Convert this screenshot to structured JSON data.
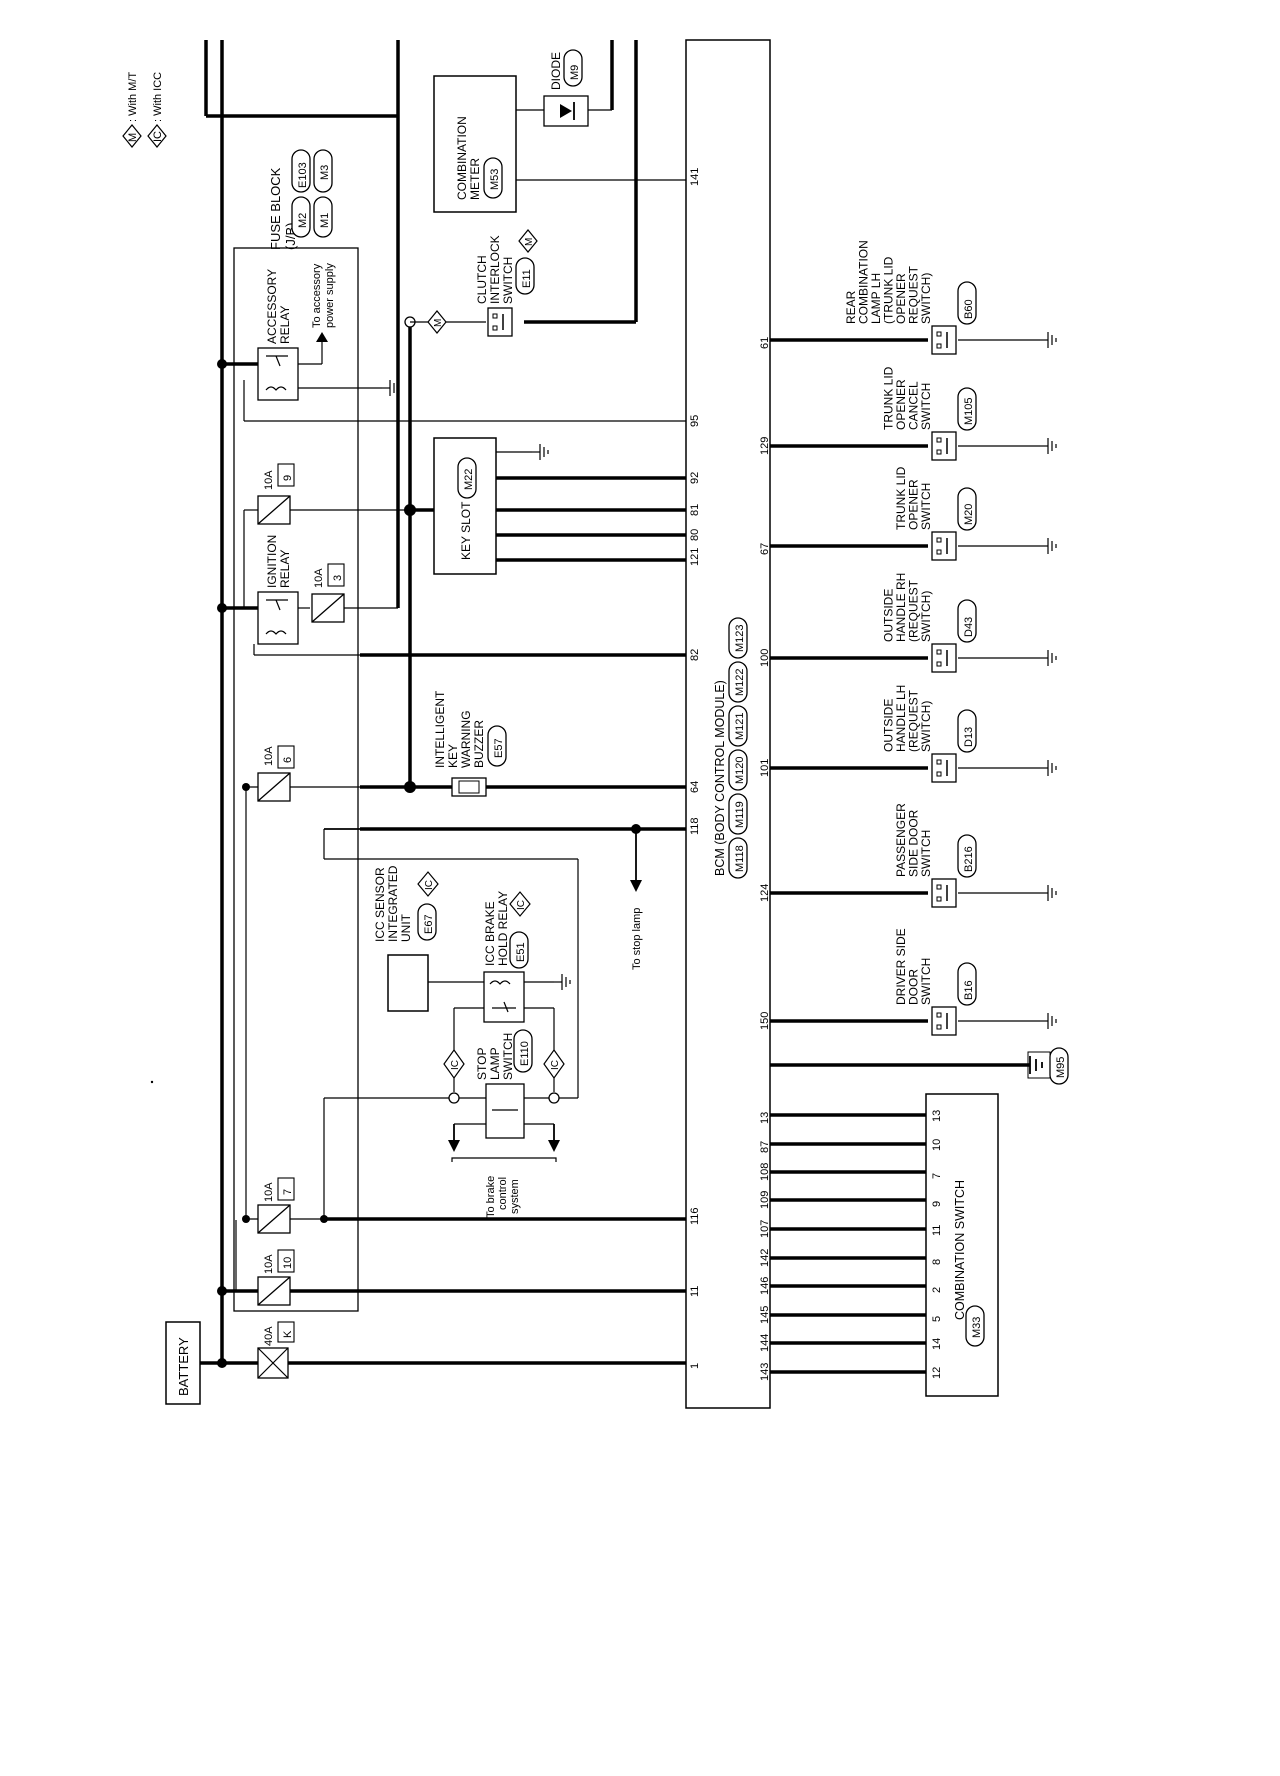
{
  "legend": {
    "mt_symbol": "M",
    "mt_text": ": With M/T",
    "icc_symbol": "IC",
    "icc_text": ": With ICC"
  },
  "battery": "BATTERY",
  "fuse_block": {
    "title": "FUSE BLOCK",
    "sub": "(J/B)",
    "conns": [
      "M1",
      "M2",
      "M3",
      "E103"
    ]
  },
  "fuses": [
    {
      "rating": "40A",
      "num": "K"
    },
    {
      "rating": "10A",
      "num": "10"
    },
    {
      "rating": "10A",
      "num": "7"
    },
    {
      "rating": "10A",
      "num": "6"
    },
    {
      "rating": "10A",
      "num": "3"
    },
    {
      "rating": "10A",
      "num": "9"
    }
  ],
  "relays": {
    "ignition": [
      "IGNITION",
      "RELAY"
    ],
    "accessory": [
      "ACCESSORY",
      "RELAY"
    ],
    "accessory_note": [
      "To accessory",
      "power supply"
    ]
  },
  "combination_meter": {
    "lines": [
      "COMBINATION",
      "METER"
    ],
    "conn": "M53"
  },
  "diode": {
    "label": "DIODE",
    "conn": "M9"
  },
  "clutch": {
    "lines": [
      "CLUTCH",
      "INTERLOCK",
      "SWITCH"
    ],
    "conn": "E11"
  },
  "key_slot": {
    "label": "KEY SLOT",
    "conn": "M22"
  },
  "buzzer": {
    "lines": [
      "INTELLIGENT",
      "KEY",
      "WARNING",
      "BUZZER"
    ],
    "conn": "E57"
  },
  "icc_sensor": {
    "lines": [
      "ICC SENSOR",
      "INTEGRATED",
      "UNIT"
    ],
    "conn": "E67"
  },
  "icc_relay": {
    "lines": [
      "ICC BRAKE",
      "HOLD RELAY"
    ],
    "conn": "E51"
  },
  "stop_switch": {
    "lines": [
      "STOP",
      "LAMP",
      "SWITCH"
    ],
    "conn": "E110"
  },
  "to_stop_lamp": "To stop lamp",
  "to_brake": [
    "To brake",
    "control",
    "system"
  ],
  "bcm": {
    "title": "BCM (BODY CONTROL MODULE)",
    "conns": [
      "M118",
      "M119",
      "M120",
      "M121",
      "M122",
      "M123"
    ],
    "left_pins": [
      "1",
      "11",
      "116",
      "118",
      "64",
      "82",
      "121",
      "80",
      "81",
      "92",
      "95",
      "141"
    ],
    "right_pins": [
      "143",
      "144",
      "145",
      "146",
      "142",
      "107",
      "109",
      "108",
      "87",
      "13",
      "150",
      "124",
      "101",
      "100",
      "67",
      "129",
      "61"
    ]
  },
  "switches": [
    {
      "lines": [
        "REAR",
        "COMBINATION",
        "LAMP LH",
        "(TRUNK LID",
        "OPENER",
        "REQUEST",
        "SWITCH)"
      ],
      "conn": "B60"
    },
    {
      "lines": [
        "TRUNK LID",
        "OPENER",
        "CANCEL",
        "SWITCH"
      ],
      "conn": "M105"
    },
    {
      "lines": [
        "TRUNK LID",
        "OPENER",
        "SWITCH"
      ],
      "conn": "M20"
    },
    {
      "lines": [
        "OUTSIDE",
        "HANDLE RH",
        "(REQUEST",
        "SWITCH)"
      ],
      "conn": "D43"
    },
    {
      "lines": [
        "OUTSIDE",
        "HANDLE LH",
        "(REQUEST",
        "SWITCH)"
      ],
      "conn": "D13"
    },
    {
      "lines": [
        "PASSENGER",
        "SIDE DOOR",
        "SWITCH"
      ],
      "conn": "B216"
    },
    {
      "lines": [
        "DRIVER SIDE",
        "DOOR",
        "SWITCH"
      ],
      "conn": "B16"
    }
  ],
  "ground_conn": "M95",
  "combination_switch": {
    "title": "COMBINATION SWITCH",
    "conn": "M33",
    "pins": [
      "12",
      "14",
      "5",
      "2",
      "8",
      "11",
      "9",
      "7",
      "10",
      "13"
    ]
  }
}
